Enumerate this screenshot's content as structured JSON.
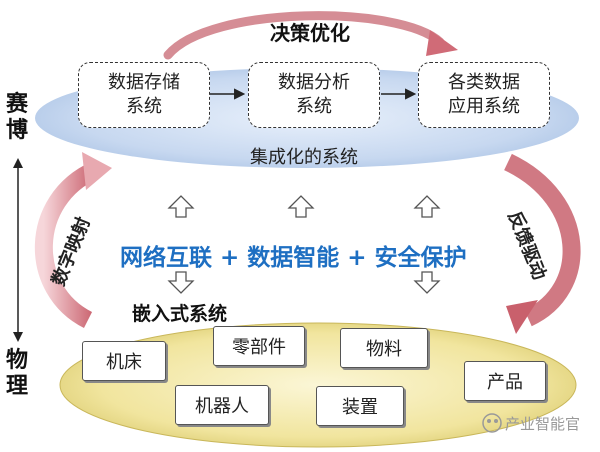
{
  "top": {
    "decision_label": "决策优化",
    "boxes": [
      {
        "line1": "数据存储",
        "line2": "系统"
      },
      {
        "line1": "数据分析",
        "line2": "系统"
      },
      {
        "line1": "各类数据",
        "line2": "应用系统"
      }
    ],
    "platform_label": "集成化的系统"
  },
  "middle": {
    "left_arrow_label": "数字映射",
    "right_arrow_label": "反馈驱动",
    "tech": [
      "网络互联",
      "数据智能",
      "安全保护"
    ],
    "plus": "+",
    "embedded_label": "嵌入式系统"
  },
  "bottom": {
    "items": [
      "机床",
      "零部件",
      "物料",
      "产品",
      "机器人",
      "装置"
    ]
  },
  "side_labels": {
    "cyber": [
      "赛",
      "博"
    ],
    "physical": [
      "物",
      "理"
    ]
  },
  "watermark": "产业智能官",
  "colors": {
    "top_ellipse": "#c9d9f0",
    "bottom_ellipse": "#f2e6a0",
    "curve_arrow": "#d98a93",
    "tech_text": "#1e6fc2"
  }
}
